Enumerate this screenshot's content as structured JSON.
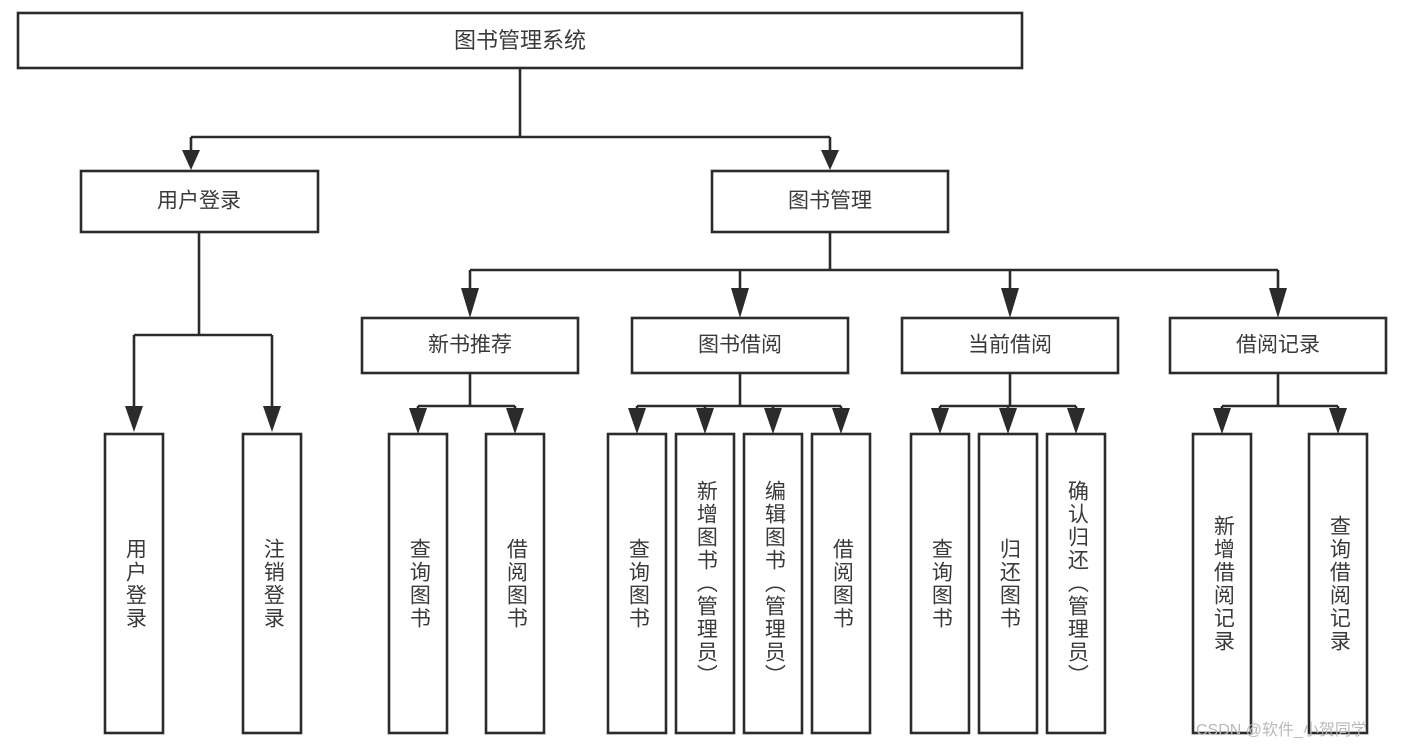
{
  "diagram": {
    "title": "图书管理系统",
    "type": "hierarchy-tree",
    "root": {
      "id": "root",
      "label": "图书管理系统"
    },
    "level2": [
      {
        "id": "user-login",
        "label": "用户登录"
      },
      {
        "id": "book-management",
        "label": "图书管理"
      }
    ],
    "level3": [
      {
        "id": "new-book-recommend",
        "label": "新书推荐"
      },
      {
        "id": "book-borrow",
        "label": "图书借阅"
      },
      {
        "id": "current-borrow",
        "label": "当前借阅"
      },
      {
        "id": "borrow-record",
        "label": "借阅记录"
      }
    ],
    "leaves": {
      "user_login": [
        {
          "id": "leaf-user-login",
          "label": "用户登录"
        },
        {
          "id": "leaf-logout-login",
          "label": "注销登录"
        }
      ],
      "new_book_recommend": [
        {
          "id": "leaf-query-book-1",
          "label": "查询图书"
        },
        {
          "id": "leaf-borrow-book-1",
          "label": "借阅图书"
        }
      ],
      "book_borrow": [
        {
          "id": "leaf-query-book-2",
          "label": "查询图书"
        },
        {
          "id": "leaf-add-book",
          "label": "新增图书（管理员）"
        },
        {
          "id": "leaf-edit-book",
          "label": "编辑图书（管理员）"
        },
        {
          "id": "leaf-borrow-book-2",
          "label": "借阅图书"
        }
      ],
      "current_borrow": [
        {
          "id": "leaf-query-book-3",
          "label": "查询图书"
        },
        {
          "id": "leaf-return-book",
          "label": "归还图书"
        },
        {
          "id": "leaf-confirm-return",
          "label": "确认归还（管理员）"
        }
      ],
      "borrow_record": [
        {
          "id": "leaf-add-record",
          "label": "新增借阅记录"
        },
        {
          "id": "leaf-query-record",
          "label": "查询借阅记录"
        }
      ]
    },
    "colors": {
      "stroke": "#2b2b2b",
      "text": "#3a3a3a",
      "background": "#ffffff",
      "watermark": "#b9b9b9"
    }
  },
  "watermark": {
    "text": "CSDN @软件_小贺同学"
  }
}
